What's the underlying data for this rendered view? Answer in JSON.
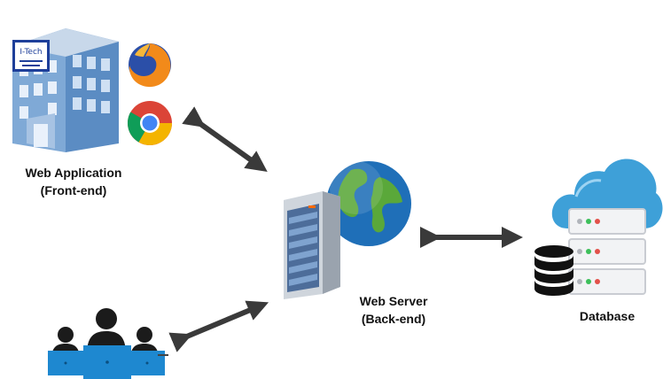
{
  "front_end": {
    "label_line1": "Web Application",
    "label_line2": "(Front-end)",
    "logo_text": "I-Tech",
    "icons": [
      "office-building",
      "firefox",
      "chrome"
    ]
  },
  "server": {
    "label_line1": "Web Server",
    "label_line2": "(Back-end)",
    "icons": [
      "server-tower",
      "globe"
    ]
  },
  "database": {
    "label": "Database",
    "icons": [
      "cloud",
      "server-rack",
      "database-stack"
    ]
  },
  "users": {
    "icons": [
      "user-group",
      "laptop"
    ]
  },
  "connections": [
    {
      "from": "front_end",
      "to": "server",
      "type": "bidirectional"
    },
    {
      "from": "users",
      "to": "server",
      "type": "bidirectional"
    },
    {
      "from": "server",
      "to": "database",
      "type": "bidirectional"
    }
  ],
  "colors": {
    "arrow": "#3a3a3a",
    "building": "#6f9fd0",
    "globe_ocean": "#1f6fb8",
    "globe_land": "#5aa83a",
    "cloud": "#3ea0d8",
    "laptop": "#1e88d0",
    "label": "#111111"
  }
}
